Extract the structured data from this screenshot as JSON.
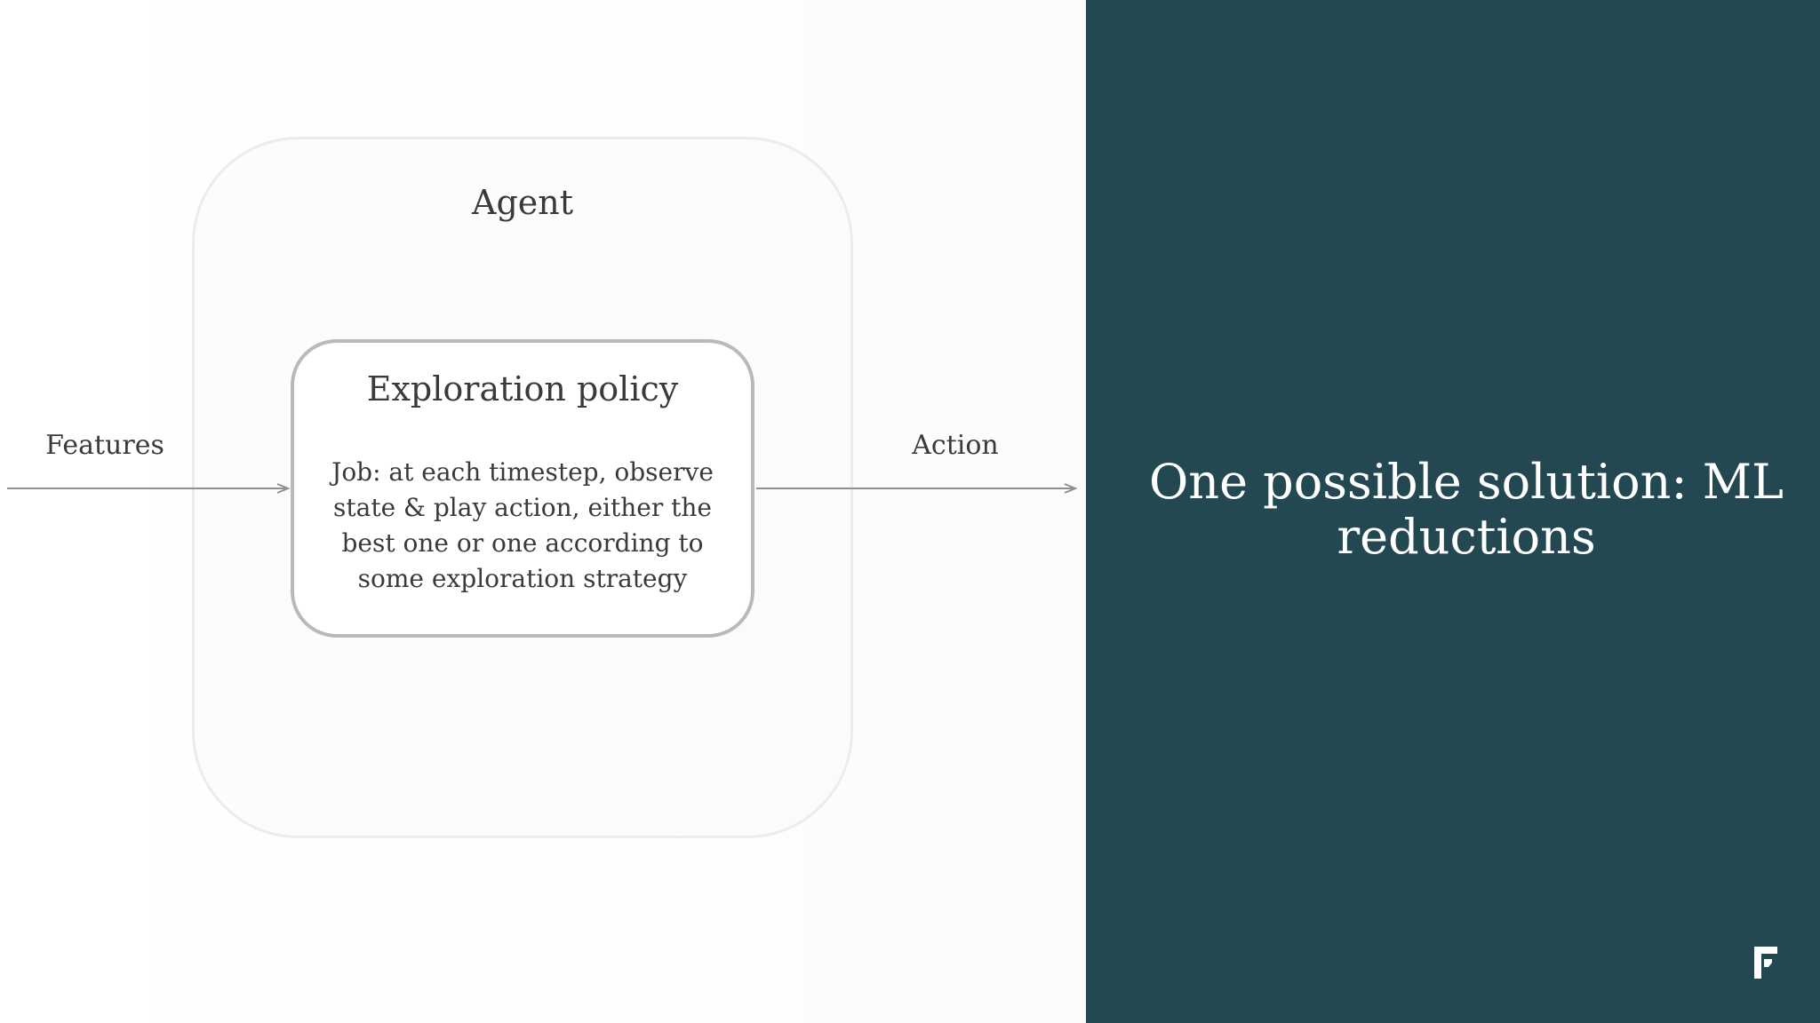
{
  "diagram": {
    "agent_label": "Agent",
    "policy_title": "Exploration policy",
    "policy_description": "Job: at each timestep, observe state & play action, either the best one or one according to some exploration strategy",
    "input_label": "Features",
    "output_label": "Action"
  },
  "side_panel": {
    "headline": "One possible solution: ML reductions",
    "logo_icon": "brand-logo-icon",
    "background_color": "#244852"
  }
}
